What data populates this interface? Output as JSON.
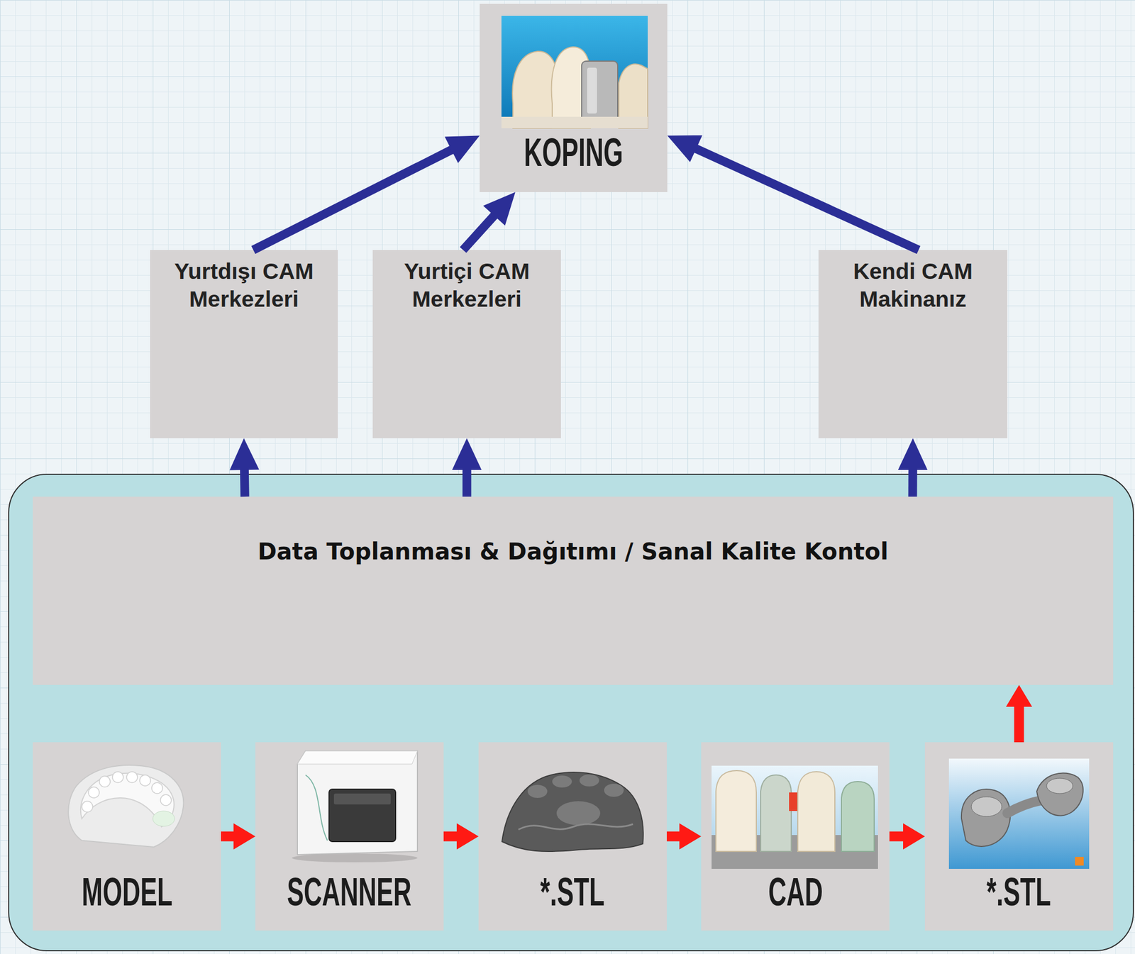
{
  "diagram": {
    "nodes": [
      {
        "text": [
          "KOPING"
        ]
      },
      {
        "text": [
          "Yurtdışı CAM Merkezleri"
        ]
      },
      {
        "text": [
          "Yurtiçi CAM Merkezleri"
        ]
      },
      {
        "text": [
          "Kendi CAM Makinanız"
        ]
      },
      {
        "text": [
          "Data Toplanması & Dağıtımı / Sanal Kalite Kontol"
        ]
      },
      {
        "text": [
          "MODEL"
        ]
      },
      {
        "text": [
          "SCANNER"
        ]
      },
      {
        "text": [
          "*.STL"
        ]
      },
      {
        "text": [
          "CAD"
        ]
      },
      {
        "text": [
          "*.STL"
        ]
      }
    ],
    "edges": [
      {
        "from": 1,
        "to": 0,
        "arrow": "to"
      },
      {
        "from": 2,
        "to": 0,
        "arrow": "to"
      },
      {
        "from": 3,
        "to": 0,
        "arrow": "to"
      },
      {
        "from": 4,
        "to": 1,
        "arrow": "to"
      },
      {
        "from": 4,
        "to": 2,
        "arrow": "to"
      },
      {
        "from": 4,
        "to": 3,
        "arrow": "to"
      },
      {
        "from": 5,
        "to": 6,
        "arrow": "to"
      },
      {
        "from": 6,
        "to": 7,
        "arrow": "to"
      },
      {
        "from": 7,
        "to": 8,
        "arrow": "to"
      },
      {
        "from": 8,
        "to": 9,
        "arrow": "to"
      },
      {
        "from": 9,
        "to": 4,
        "arrow": "to"
      }
    ]
  }
}
